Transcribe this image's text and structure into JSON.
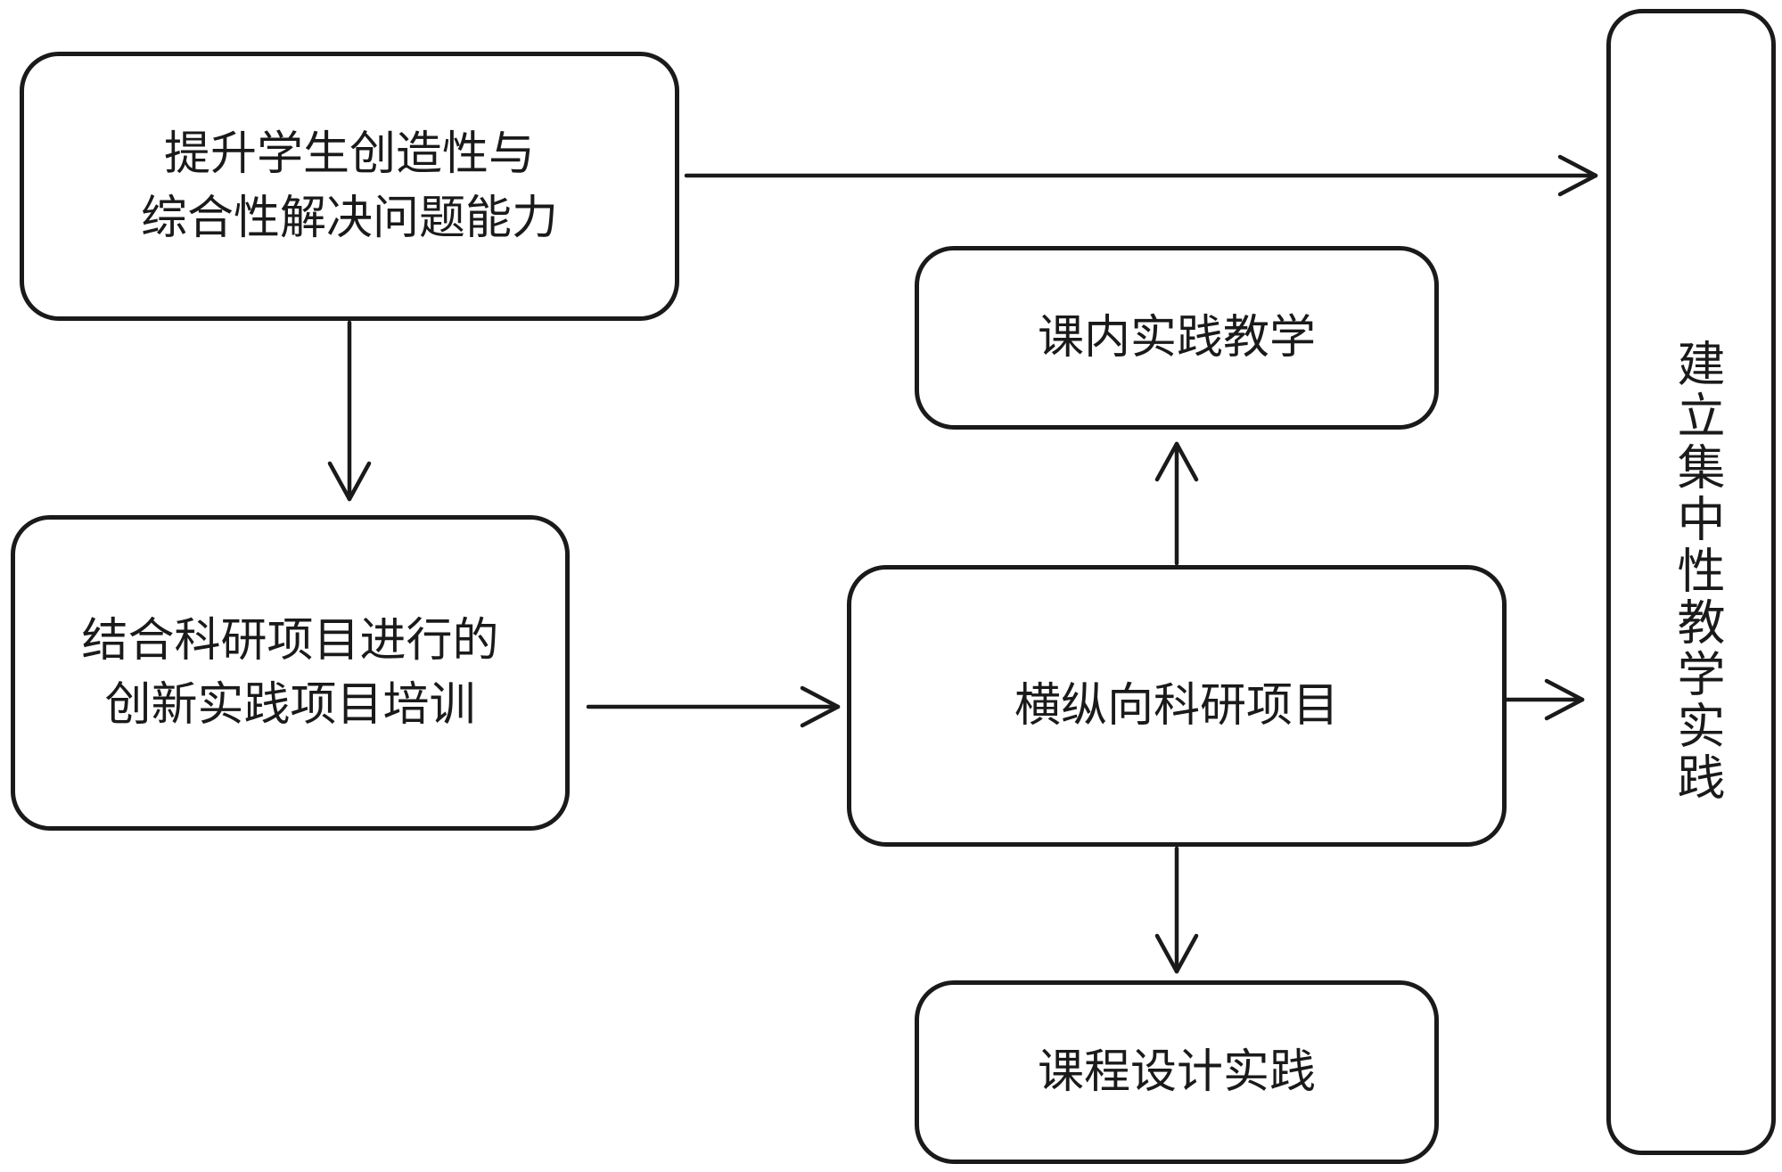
{
  "nodes": {
    "goal": {
      "lines": [
        "提升学生创造性与",
        "综合性解决问题能力"
      ]
    },
    "training": {
      "lines": [
        "结合科研项目进行的",
        "创新实践项目培训"
      ]
    },
    "research": {
      "text": "横纵向科研项目"
    },
    "in_class": {
      "text": "课内实践教学"
    },
    "course_design": {
      "text": "课程设计实践"
    },
    "outcome": {
      "text": "建立集中性教学实践"
    }
  },
  "edges": [
    {
      "from": "goal",
      "to": "outcome"
    },
    {
      "from": "goal",
      "to": "training"
    },
    {
      "from": "training",
      "to": "research"
    },
    {
      "from": "research",
      "to": "in_class"
    },
    {
      "from": "research",
      "to": "course_design"
    },
    {
      "from": "research",
      "to": "outcome"
    }
  ]
}
